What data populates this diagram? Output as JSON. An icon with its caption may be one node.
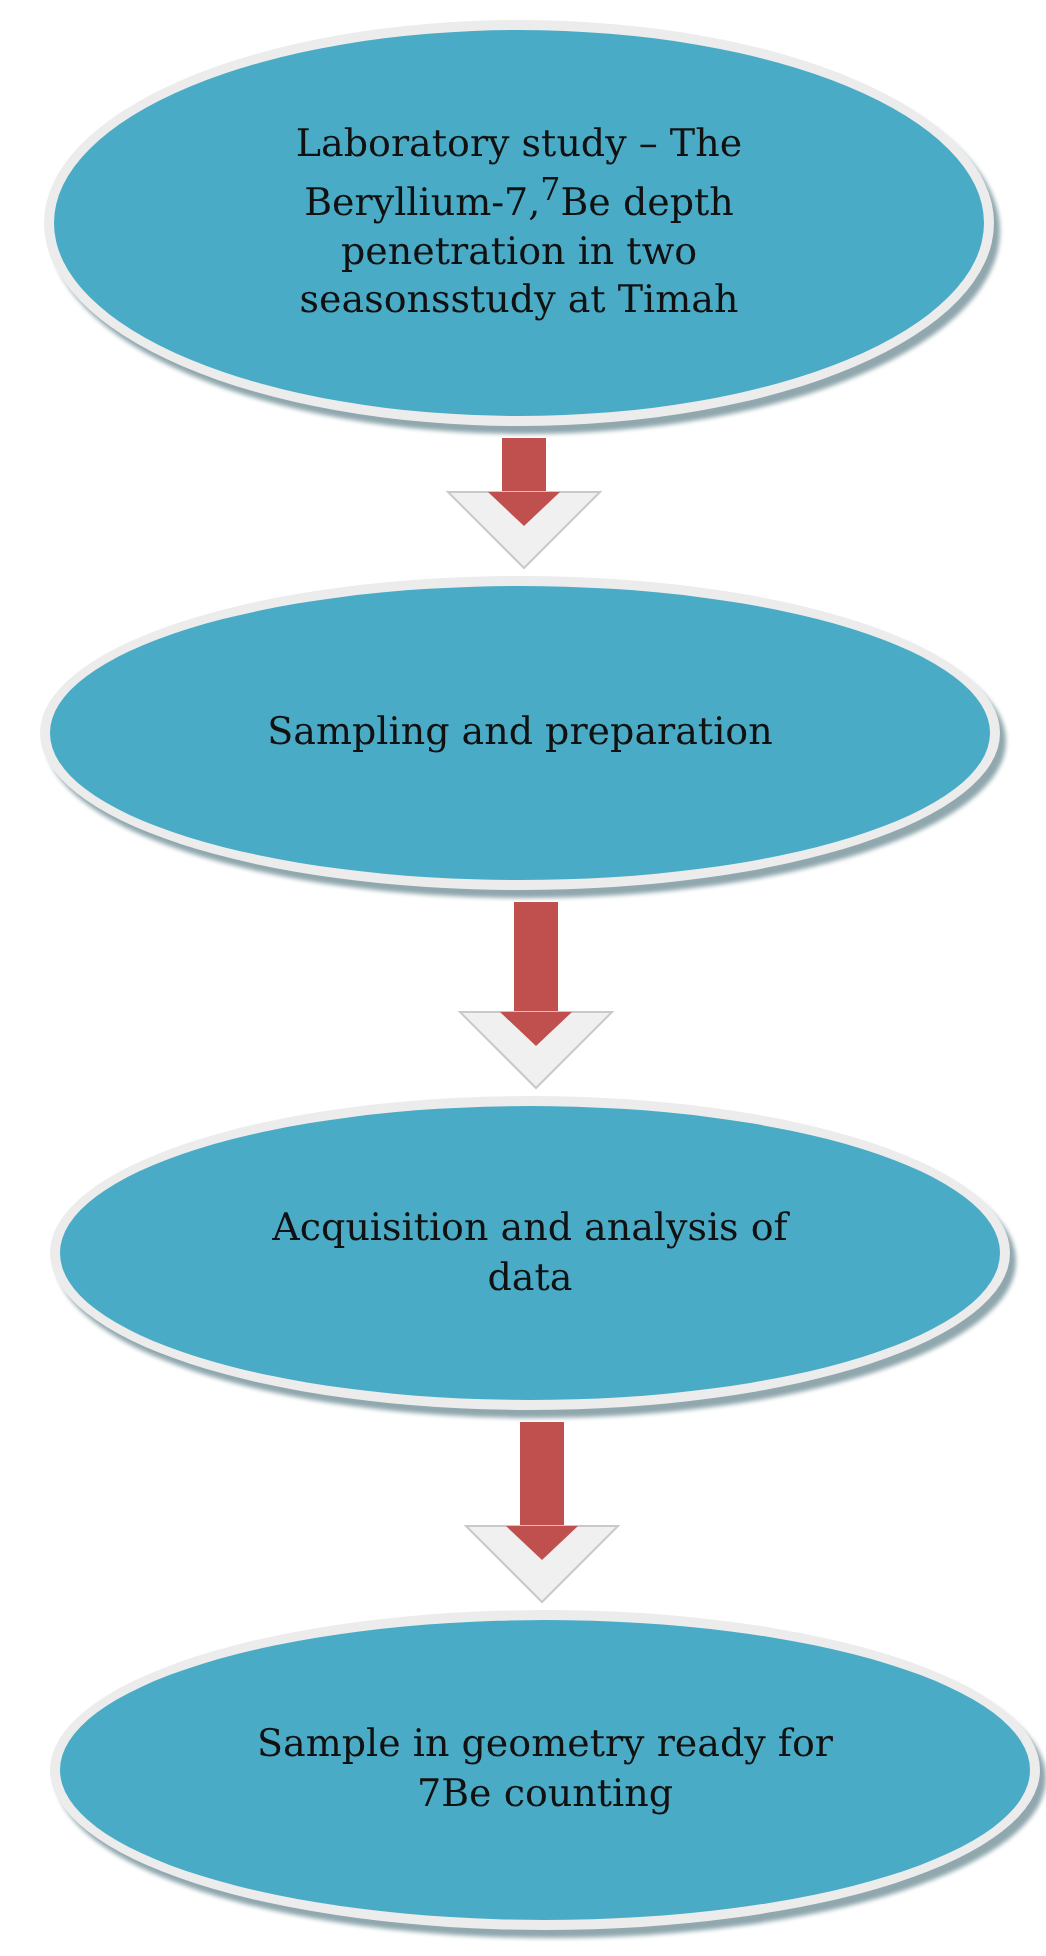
{
  "diagram": {
    "nodes": [
      {
        "text": [
          "Laboratory study – The Beryllium-7,$^{7}$Be depth penetration in two seasonsstudy at Timah"
        ]
      },
      {
        "text": [
          "Sampling and preparation"
        ]
      },
      {
        "text": [
          "Acquisition and analysis of data"
        ]
      },
      {
        "text": [
          "Sample in geometry ready for 7Be counting"
        ]
      }
    ],
    "edges": [
      {
        "from": 0,
        "to": 1,
        "arrow": "to"
      },
      {
        "from": 1,
        "to": 2,
        "arrow": "to"
      },
      {
        "from": 2,
        "to": 3,
        "arrow": "to"
      }
    ]
  }
}
